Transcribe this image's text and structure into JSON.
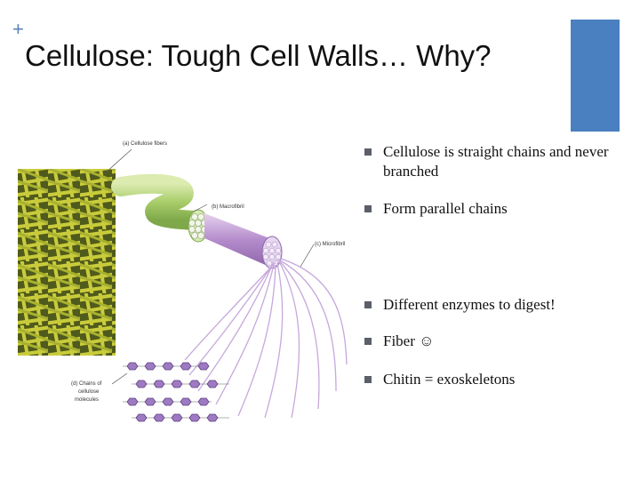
{
  "slide": {
    "title": "Cellulose: Tough Cell Walls… Why?",
    "plus": "+",
    "accent_color": "#4a7fc0",
    "bullets": [
      "Cellulose is straight chains and never branched",
      "Form parallel chains",
      "Different enzymes to digest!",
      "Fiber ☺",
      "Chitin = exoskeletons"
    ]
  },
  "figure": {
    "label_a": "(a) Cellulose fibers",
    "label_b": "(b) Macrofibril",
    "label_c": "(c) Microfibril",
    "label_d1": "(d) Chains of",
    "label_d2": "cellulose",
    "label_d3": "molecules"
  }
}
